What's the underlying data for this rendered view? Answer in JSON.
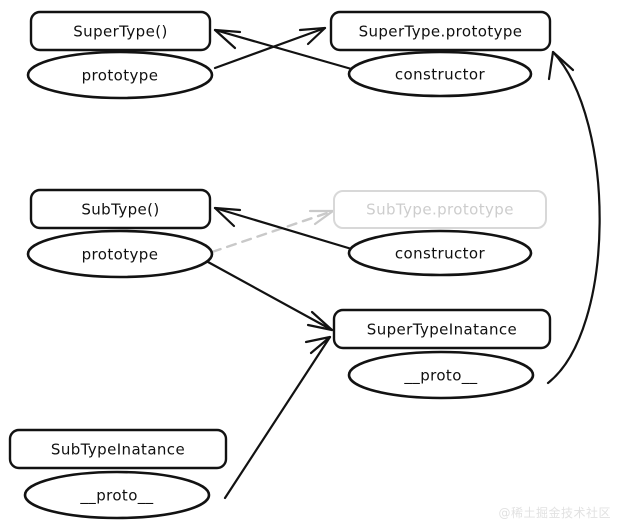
{
  "diagram": {
    "title": "JavaScript prototype chain diagram",
    "nodes": [
      {
        "id": "supertype-fn",
        "kind": "box",
        "label": "SuperType()",
        "faded": false,
        "member": {
          "id": "supertype-prototype-prop",
          "kind": "ellipse",
          "label": "prototype"
        }
      },
      {
        "id": "supertype-prototype",
        "kind": "box",
        "label": "SuperType.prototype",
        "faded": false,
        "member": {
          "id": "supertype-constructor-prop",
          "kind": "ellipse",
          "label": "constructor"
        }
      },
      {
        "id": "subtype-fn",
        "kind": "box",
        "label": "SubType()",
        "faded": false,
        "member": {
          "id": "subtype-prototype-prop",
          "kind": "ellipse",
          "label": "prototype"
        }
      },
      {
        "id": "subtype-prototype",
        "kind": "box",
        "label": "SubType.prototype",
        "faded": true,
        "member": {
          "id": "subtype-constructor-prop",
          "kind": "ellipse",
          "label": "constructor"
        }
      },
      {
        "id": "supertype-instance",
        "kind": "box",
        "label": "SuperTypeInatance",
        "faded": false,
        "member": {
          "id": "supertype-instance-proto-prop",
          "kind": "ellipse",
          "label": "__proto__"
        }
      },
      {
        "id": "subtype-instance",
        "kind": "box",
        "label": "SubTypeInatance",
        "faded": false,
        "member": {
          "id": "subtype-instance-proto-prop",
          "kind": "ellipse",
          "label": "__proto__"
        }
      }
    ],
    "edges": [
      {
        "id": "edge-supertype-prototype-to-supertype-prototype-box",
        "from": "supertype-prototype-prop",
        "to": "supertype-prototype",
        "style": "solid"
      },
      {
        "id": "edge-supertype-constructor-to-supertype-fn",
        "from": "supertype-constructor-prop",
        "to": "supertype-fn",
        "style": "solid"
      },
      {
        "id": "edge-subtype-prototype-to-subtype-prototype-box",
        "from": "subtype-prototype-prop",
        "to": "subtype-prototype",
        "style": "dashed"
      },
      {
        "id": "edge-subtype-constructor-to-subtype-fn",
        "from": "subtype-constructor-prop",
        "to": "subtype-fn",
        "style": "solid"
      },
      {
        "id": "edge-subtype-prototype-to-supertype-instance",
        "from": "subtype-prototype-prop",
        "to": "supertype-instance",
        "style": "solid"
      },
      {
        "id": "edge-subtype-instance-proto-to-supertype-instance",
        "from": "subtype-instance-proto-prop",
        "to": "supertype-instance",
        "style": "solid"
      },
      {
        "id": "edge-supertype-instance-proto-to-supertype-prototype",
        "from": "supertype-instance-proto-prop",
        "to": "supertype-prototype",
        "style": "curved"
      }
    ],
    "colors": {
      "stroke": "#121212",
      "faded_stroke": "#d8d8d8",
      "faded_text": "#cdcdcd",
      "background": "#ffffff",
      "watermark": "#e2e2e2"
    }
  },
  "watermark": {
    "text": "@稀土掘金技术社区"
  }
}
